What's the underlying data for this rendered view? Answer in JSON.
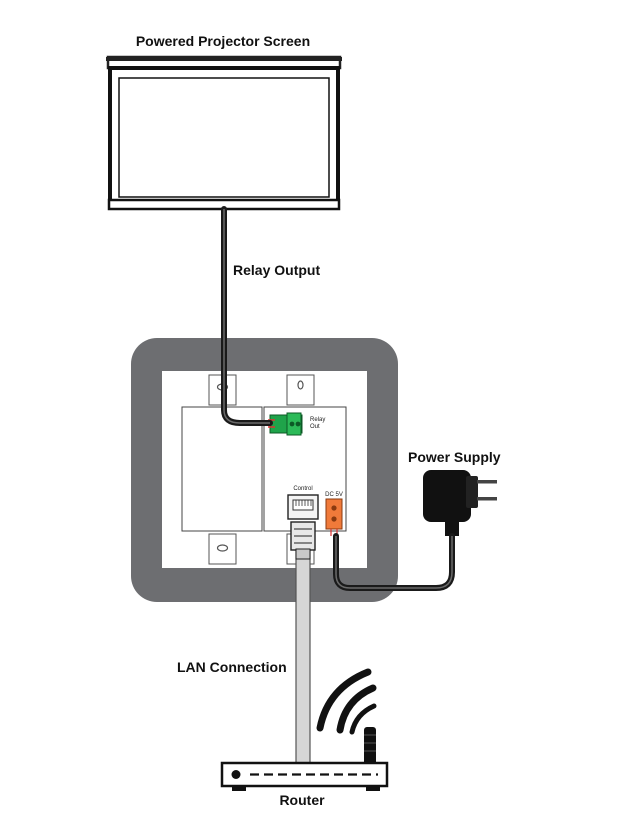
{
  "labels": {
    "projector_screen": "Powered Projector Screen",
    "relay_output": "Relay Output",
    "power_supply": "Power Supply",
    "lan_connection": "LAN Connection",
    "router": "Router"
  },
  "wallplate": {
    "relay_label_line1": "Relay",
    "relay_label_line2": "Out",
    "control_label": "Control",
    "dc_label": "DC 5V"
  },
  "colors": {
    "plate_frame": "#6d6e71",
    "relay_terminal": "#1fa34a",
    "dc_terminal": "#f07a3a",
    "lan_cable": "#d6d6d6",
    "cable": "#1a1a1a"
  }
}
